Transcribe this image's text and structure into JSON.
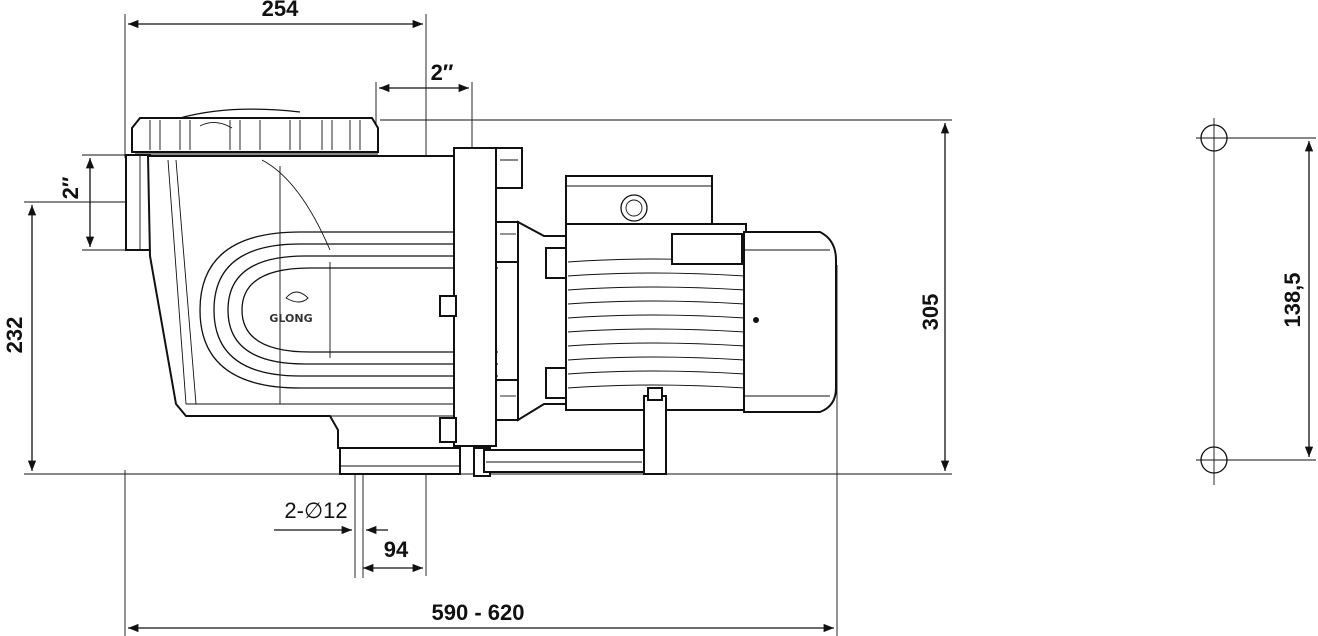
{
  "dimensions": {
    "top_width": "254",
    "outlet_size_top": "2″",
    "inlet_size_side": "2″",
    "inlet_height": "232",
    "overall_height": "305",
    "mount_hole_spacing": "138,5",
    "mount_holes": "2-∅12",
    "foot_offset": "94",
    "overall_length": "590 - 620"
  },
  "brand": {
    "logo_text": "GLONG"
  },
  "icons": {
    "left_arrow": "arrow-left",
    "right_arrow": "arrow-right",
    "up_arrow": "arrow-up",
    "down_arrow": "arrow-down",
    "crosshair": "crosshair-circle"
  }
}
